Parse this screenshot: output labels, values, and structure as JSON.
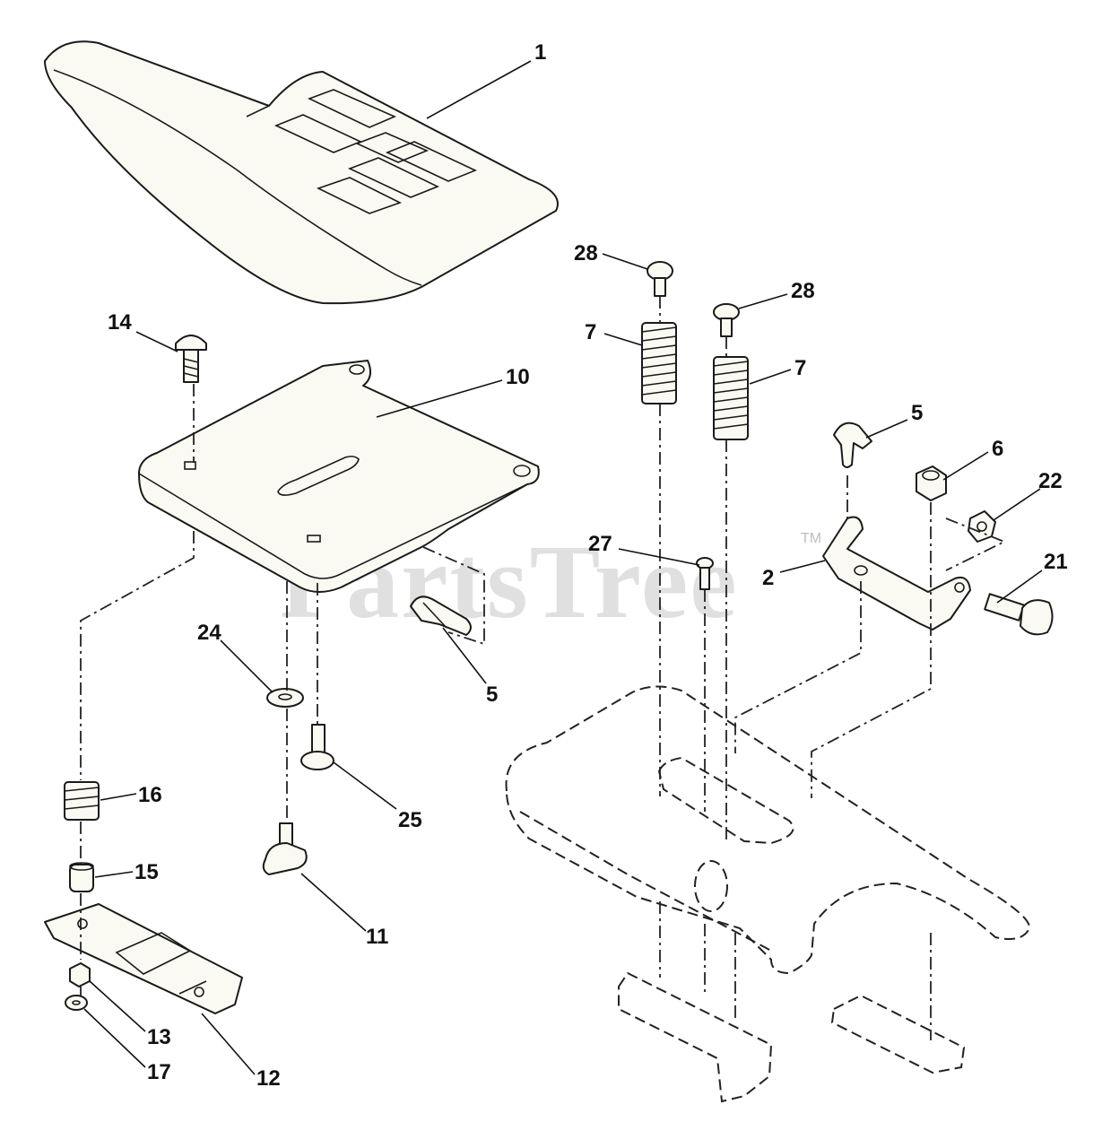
{
  "watermark": {
    "text": "PartsTree",
    "tm": "TM"
  },
  "callouts": {
    "c1": "1",
    "c2": "2",
    "c5a": "5",
    "c5b": "5",
    "c6": "6",
    "c7a": "7",
    "c7b": "7",
    "c10": "10",
    "c11": "11",
    "c12": "12",
    "c13": "13",
    "c14": "14",
    "c15": "15",
    "c16": "16",
    "c17": "17",
    "c21": "21",
    "c22": "22",
    "c24": "24",
    "c25": "25",
    "c27": "27",
    "c28a": "28",
    "c28b": "28"
  }
}
